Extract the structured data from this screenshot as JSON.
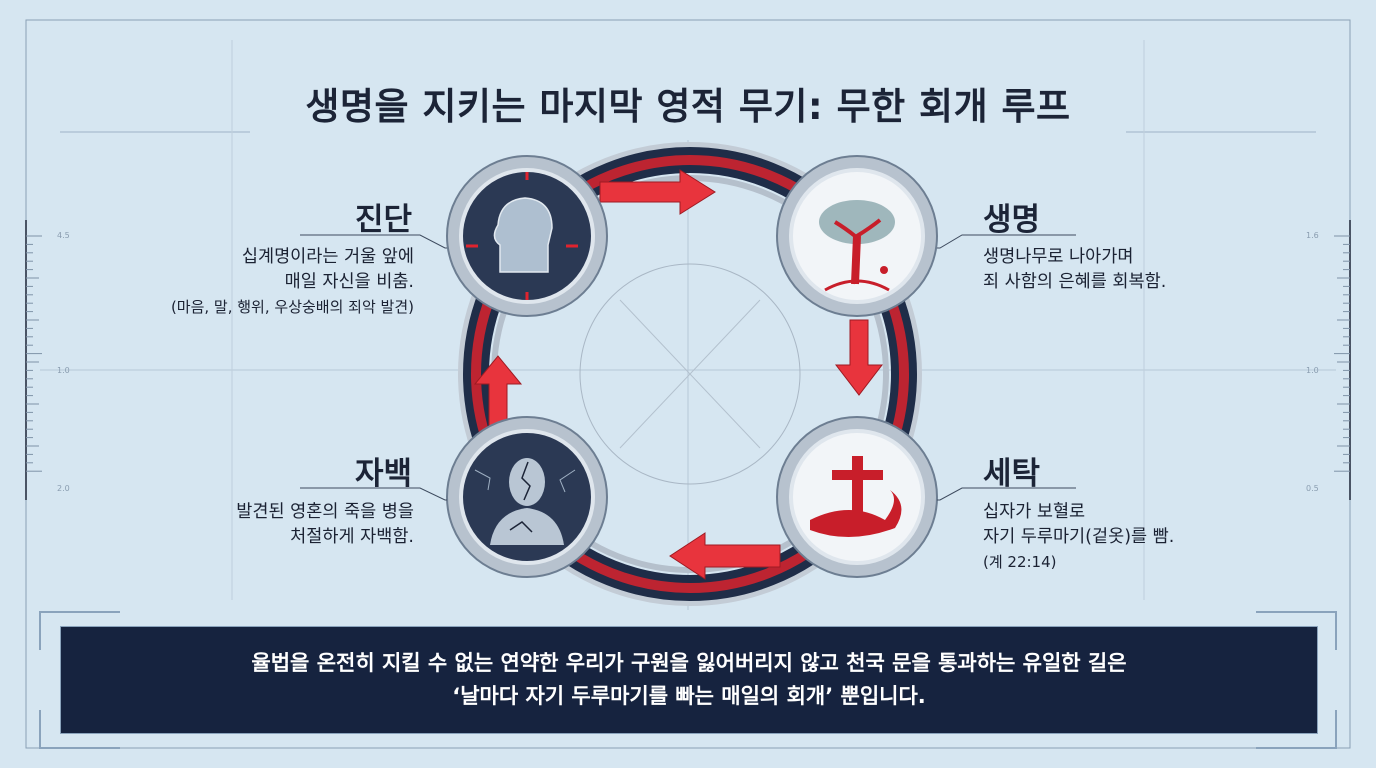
{
  "title": "생명을 지키는 마지막 영적 무기: 무한 회개 루프",
  "stages": [
    {
      "name": "진단",
      "lines": [
        "십계명이라는 거울 앞에",
        "매일 자신을 비춤."
      ],
      "note": "(마음, 말, 행위, 우상숭배의 죄악 발견)",
      "icon": "head-scan-icon"
    },
    {
      "name": "생명",
      "lines": [
        "생명나무로 나아가며",
        "죄 사함의 은혜를 회복함."
      ],
      "note": "",
      "icon": "tree-of-life-icon"
    },
    {
      "name": "세탁",
      "lines": [
        "십자가 보혈로",
        "자기 두루마기(겉옷)를 빰."
      ],
      "note": "(계 22:14)",
      "icon": "cross-blood-icon"
    },
    {
      "name": "자백",
      "lines": [
        "발견된 영혼의 죽을 병을",
        "처절하게 자백함."
      ],
      "note": "",
      "icon": "cracked-person-icon"
    }
  ],
  "banner": {
    "line1": "율법을 온전히 지킬 수 없는 연약한 우리가 구원을 잃어버리지 않고 천국 문을 통과하는 유일한 길은",
    "line2": "‘날마다 자기 두루마기를 빠는 매일의 회개’ 뿐입니다."
  },
  "ruler_left": [
    "4.5",
    "1.0",
    "2.0"
  ],
  "ruler_right": [
    "1.6",
    "1.0",
    "0.5"
  ],
  "colors": {
    "navy": "#16233f",
    "red": "#d9232e",
    "background": "#d6e6f1",
    "steel": "#a9b6c4"
  }
}
